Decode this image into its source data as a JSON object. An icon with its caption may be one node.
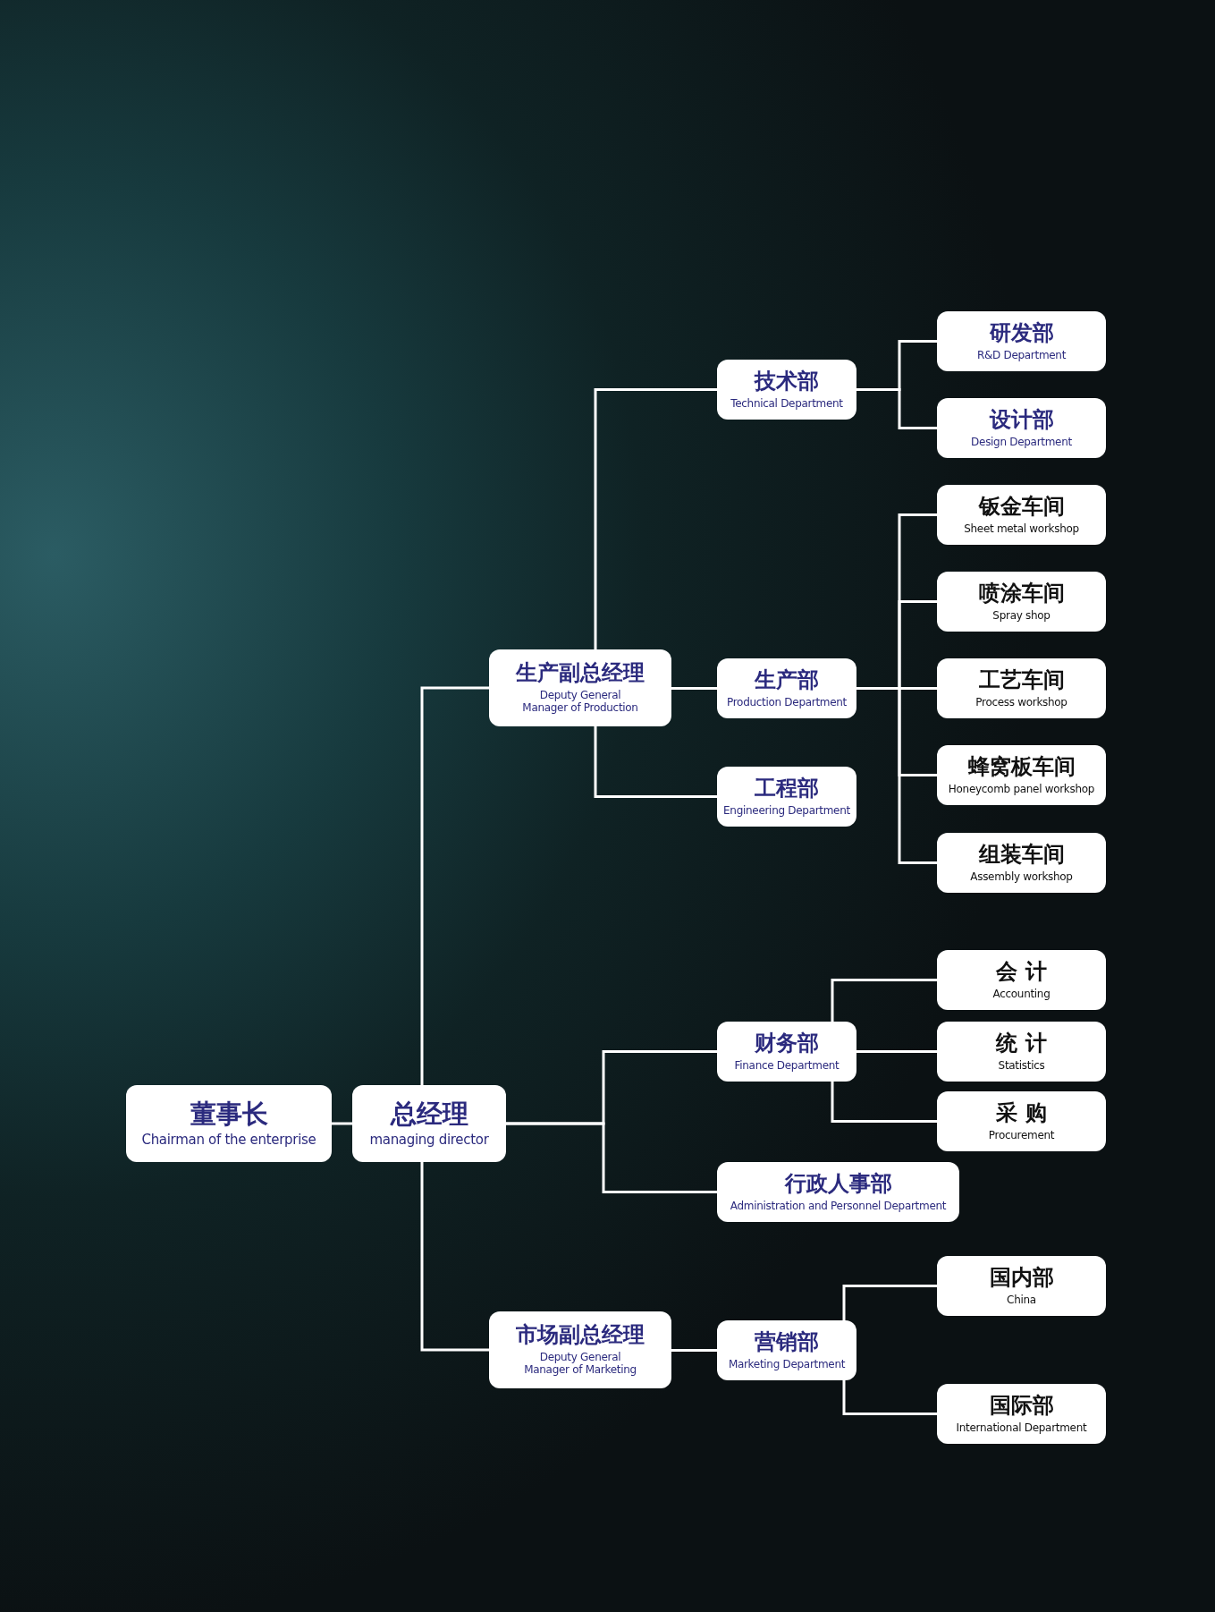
{
  "diagram": {
    "nodes": [
      {
        "text": [
          "董事长",
          "Chairman of the enterprise"
        ]
      },
      {
        "text": [
          "总经理",
          "managing director"
        ]
      },
      {
        "text": [
          "生产副总经理",
          "Deputy General Manager of Production"
        ]
      },
      {
        "text": [
          "市场副总经理",
          "Deputy General Manager of Marketing"
        ]
      },
      {
        "text": [
          "技术部",
          "Technical Department"
        ]
      },
      {
        "text": [
          "生产部",
          "Production Department"
        ]
      },
      {
        "text": [
          "工程部",
          "Engineering Department"
        ]
      },
      {
        "text": [
          "财务部",
          "Finance Department"
        ]
      },
      {
        "text": [
          "行政人事部",
          "Administration and Personnel Department"
        ]
      },
      {
        "text": [
          "营销部",
          "Marketing Department"
        ]
      },
      {
        "text": [
          "研发部",
          "R&D Department"
        ]
      },
      {
        "text": [
          "设计部",
          "Design Department"
        ]
      },
      {
        "text": [
          "钣金车间",
          "Sheet metal workshop"
        ]
      },
      {
        "text": [
          "喷涂车间",
          "Spray shop"
        ]
      },
      {
        "text": [
          "工艺车间",
          "Process workshop"
        ]
      },
      {
        "text": [
          "蜂窝板车间",
          "Honeycomb panel workshop"
        ]
      },
      {
        "text": [
          "组装车间",
          "Assembly workshop"
        ]
      },
      {
        "text": [
          "会 计",
          "Accounting"
        ]
      },
      {
        "text": [
          "统 计",
          "Statistics"
        ]
      },
      {
        "text": [
          "采 购",
          "Procurement"
        ]
      },
      {
        "text": [
          "国内部",
          "China"
        ]
      },
      {
        "text": [
          "国际部",
          "International Department"
        ]
      }
    ],
    "edges": [
      {
        "from": 0,
        "to": 1,
        "arrow": "none"
      },
      {
        "from": 1,
        "to": 2,
        "arrow": "none"
      },
      {
        "from": 1,
        "to": 7,
        "arrow": "none"
      },
      {
        "from": 1,
        "to": 8,
        "arrow": "none"
      },
      {
        "from": 1,
        "to": 3,
        "arrow": "none"
      },
      {
        "from": 2,
        "to": 4,
        "arrow": "none"
      },
      {
        "from": 2,
        "to": 5,
        "arrow": "none"
      },
      {
        "from": 2,
        "to": 6,
        "arrow": "none"
      },
      {
        "from": 4,
        "to": 10,
        "arrow": "none"
      },
      {
        "from": 4,
        "to": 11,
        "arrow": "none"
      },
      {
        "from": 5,
        "to": 12,
        "arrow": "none"
      },
      {
        "from": 5,
        "to": 13,
        "arrow": "none"
      },
      {
        "from": 5,
        "to": 14,
        "arrow": "none"
      },
      {
        "from": 5,
        "to": 15,
        "arrow": "none"
      },
      {
        "from": 5,
        "to": 16,
        "arrow": "none"
      },
      {
        "from": 7,
        "to": 17,
        "arrow": "none"
      },
      {
        "from": 7,
        "to": 18,
        "arrow": "none"
      },
      {
        "from": 7,
        "to": 19,
        "arrow": "none"
      },
      {
        "from": 3,
        "to": 9,
        "arrow": "none"
      },
      {
        "from": 9,
        "to": 20,
        "arrow": "none"
      },
      {
        "from": 9,
        "to": 21,
        "arrow": "none"
      }
    ]
  }
}
